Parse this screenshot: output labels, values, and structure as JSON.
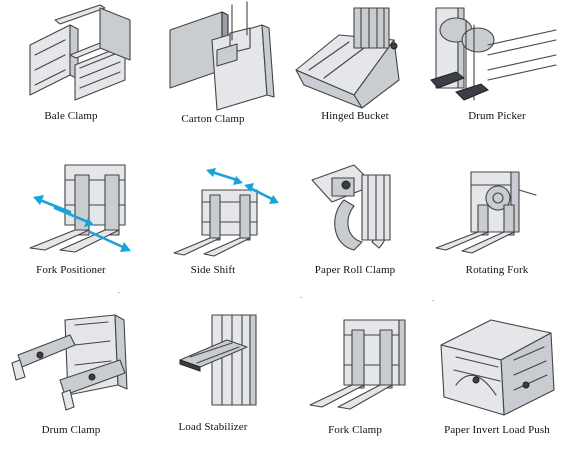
{
  "attachments": [
    {
      "label": "Bale Clamp",
      "icon": "bale-clamp-illustration"
    },
    {
      "label": "Carton Clamp",
      "icon": "carton-clamp-illustration"
    },
    {
      "label": "Hinged Bucket",
      "icon": "hinged-bucket-illustration"
    },
    {
      "label": "Drum Picker",
      "icon": "drum-picker-illustration"
    },
    {
      "label": "Fork Positioner",
      "icon": "fork-positioner-illustration"
    },
    {
      "label": "Side Shift",
      "icon": "side-shift-illustration"
    },
    {
      "label": "Paper Roll Clamp",
      "icon": "paper-roll-clamp-illustration"
    },
    {
      "label": "Rotating Fork",
      "icon": "rotating-fork-illustration"
    },
    {
      "label": "Drum Clamp",
      "icon": "drum-clamp-illustration"
    },
    {
      "label": "Load Stabilizer",
      "icon": "load-stabilizer-illustration"
    },
    {
      "label": "Fork Clamp",
      "icon": "fork-clamp-illustration"
    },
    {
      "label": "Paper Invert Load Push",
      "icon": "paper-invert-load-push-illustration"
    }
  ],
  "colors": {
    "arrow": "#1aa3d9",
    "line": "#444444",
    "fill": "#e4e6e9"
  }
}
